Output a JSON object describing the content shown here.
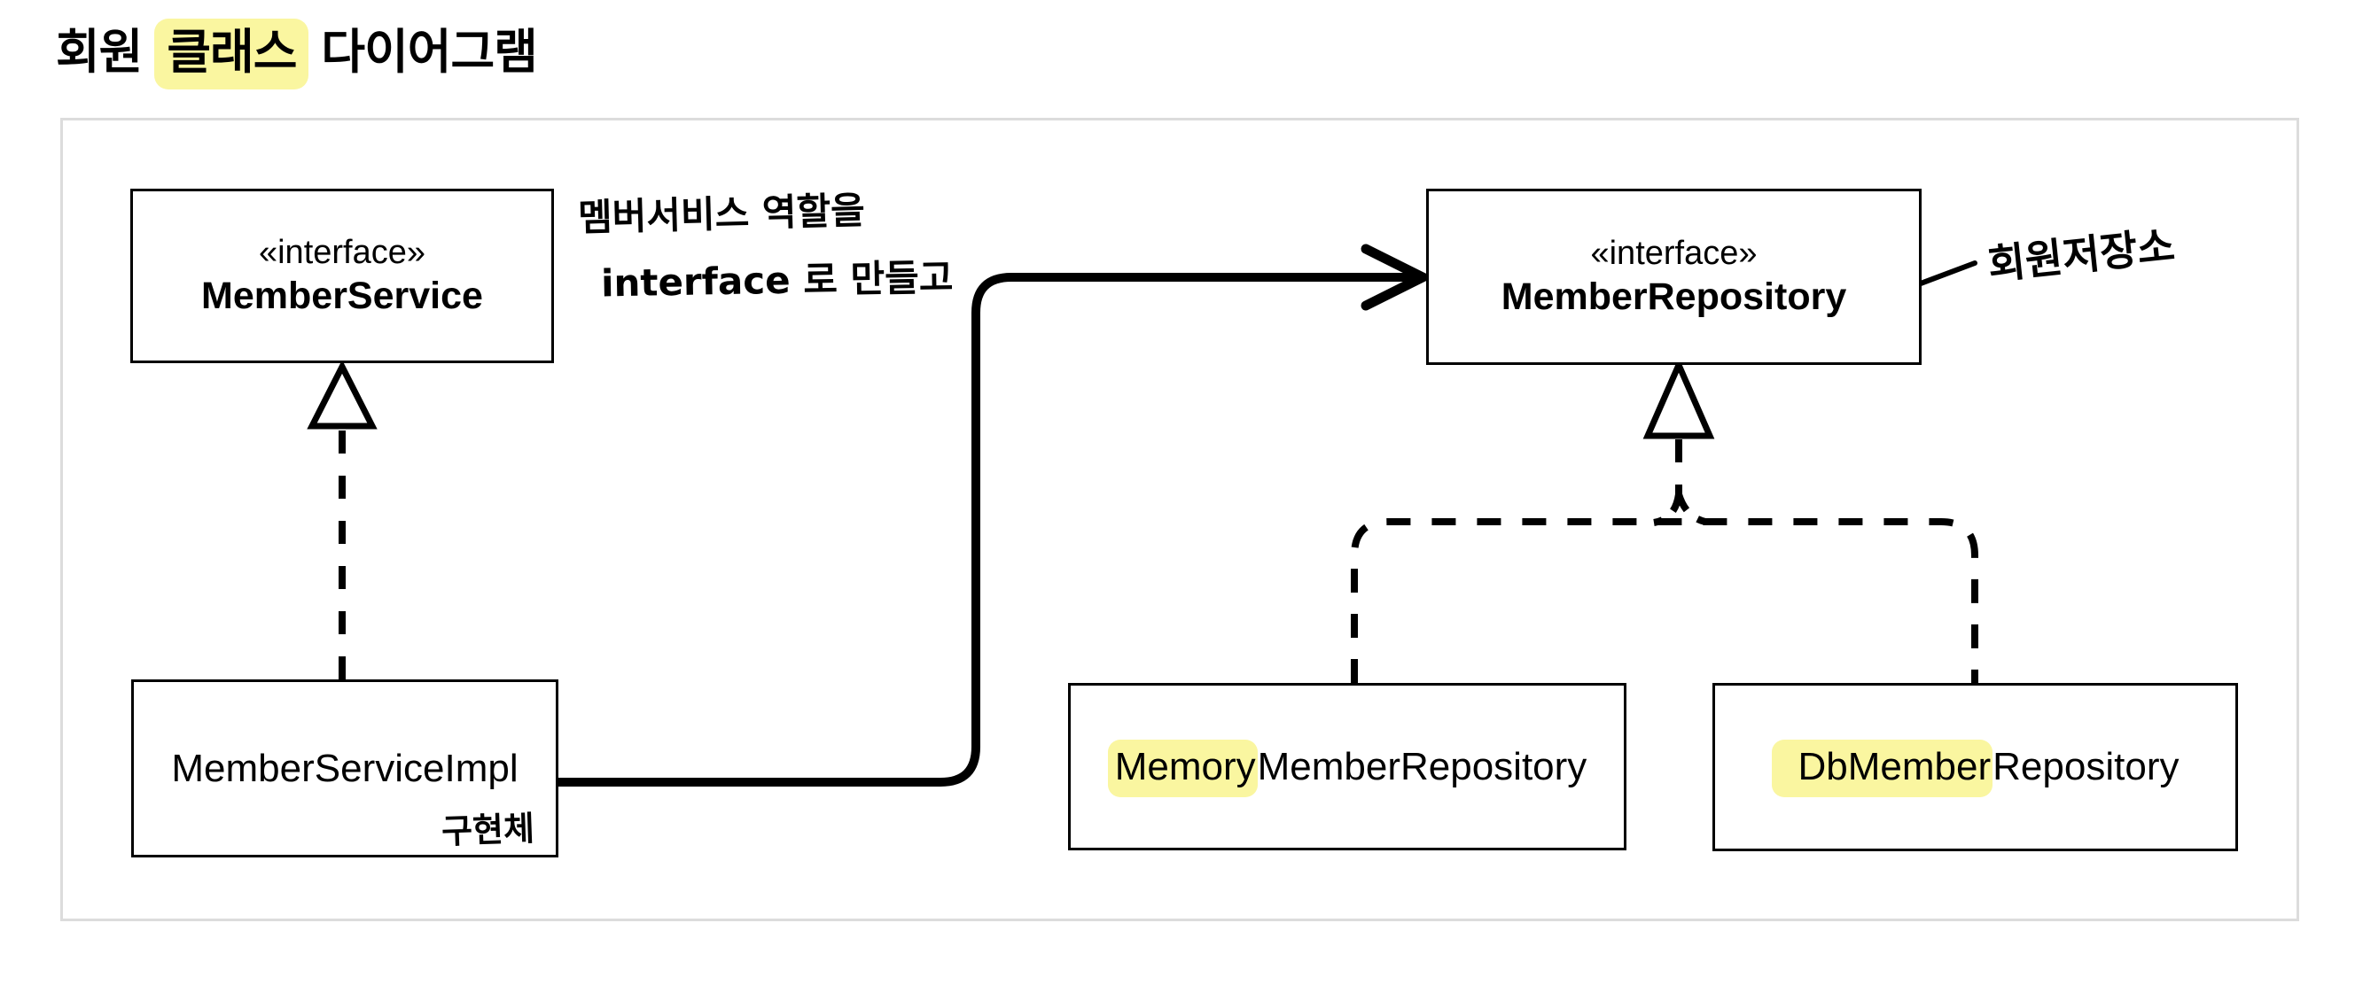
{
  "page": {
    "title_pre": "회원 ",
    "title_highlight": "클래스",
    "title_post": " 다이어그램"
  },
  "diagram": {
    "member_service": {
      "stereotype": "«interface»",
      "name": "MemberService"
    },
    "member_repository": {
      "stereotype": "«interface»",
      "name": "MemberRepository"
    },
    "member_service_impl": {
      "name": "MemberServiceImpl"
    },
    "memory_member_repository": {
      "name_highlight": "Memory",
      "name_rest": "MemberRepository"
    },
    "db_member_repository": {
      "name_highlight": "DbMember",
      "name_rest": "Repository"
    },
    "annotations": {
      "service_role_note_line1": "멤버서비스 역할을",
      "service_role_note_line2": "interface 로 만들고",
      "repository_note": "회원저장소",
      "impl_note": "구현체"
    }
  },
  "colors": {
    "highlight_yellow": "#faf6a0",
    "frame_border": "#dcdcdc",
    "ink": "#000000"
  }
}
